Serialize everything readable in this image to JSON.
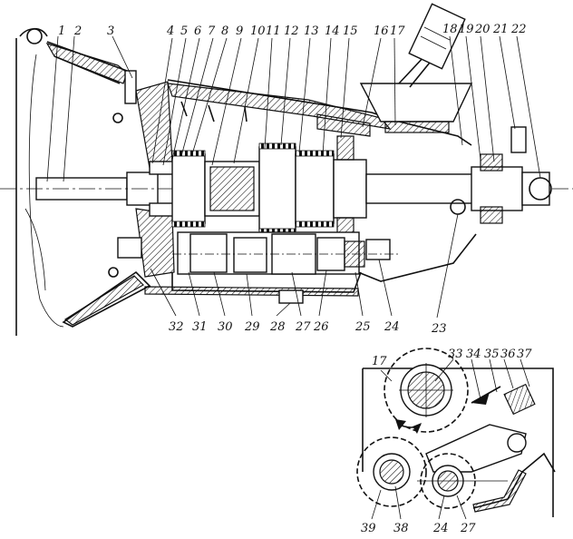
{
  "main_section": {
    "callouts_top": [
      "1",
      "2",
      "3",
      "4",
      "5",
      "6",
      "7",
      "8",
      "9",
      "10",
      "11",
      "12",
      "13",
      "14",
      "15",
      "16",
      "17",
      "18",
      "19",
      "20",
      "21",
      "22"
    ],
    "callouts_bottom": [
      "32",
      "31",
      "30",
      "29",
      "28",
      "27",
      "26",
      "25",
      "24",
      "23"
    ]
  },
  "inset": {
    "callouts_top": [
      "17",
      "33",
      "34",
      "35",
      "36",
      "37"
    ],
    "callouts_bottom": [
      "39",
      "38",
      "24",
      "27"
    ]
  }
}
